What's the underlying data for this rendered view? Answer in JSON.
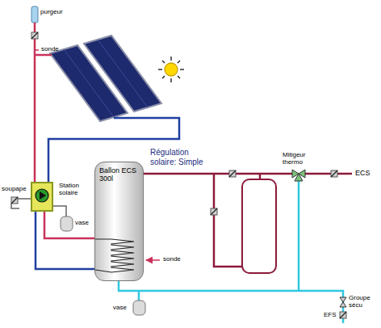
{
  "diagram": {
    "nodes": [
      {
        "text": [
          "Station solaire"
        ]
      },
      {
        "text": [
          "Ballon ECS 300l"
        ]
      }
    ],
    "edges": [
      {
        "from": 0,
        "to": 1,
        "arrow": "none"
      },
      {
        "from": 1,
        "to": 0,
        "arrow": "none"
      }
    ],
    "labels": [
      "purgeur",
      "sonde",
      "Régulation solaire: Simple",
      "soupape",
      "vase",
      "sonde",
      "Mitigeur thermo",
      "ECS",
      "vase",
      "Groupe sécu",
      "EFS"
    ]
  }
}
